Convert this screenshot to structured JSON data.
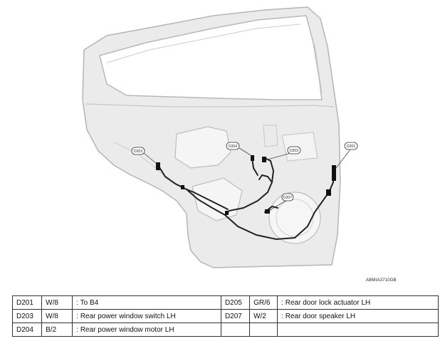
{
  "figure_id": "ABMIA3710GB",
  "callouts": [
    {
      "id": "c1",
      "label": "D203"
    },
    {
      "id": "c2",
      "label": "D204"
    },
    {
      "id": "c3",
      "label": "D203"
    },
    {
      "id": "c4",
      "label": "D201"
    },
    {
      "id": "c5",
      "label": "D207"
    }
  ],
  "table": {
    "rows": [
      [
        {
          "connector": "D201",
          "color": "W/8",
          "desc": ": To B4"
        },
        {
          "connector": "D205",
          "color": "GR/6",
          "desc": ": Rear door lock actuator LH"
        }
      ],
      [
        {
          "connector": "D203",
          "color": "W/8",
          "desc": ": Rear power window switch LH"
        },
        {
          "connector": "D207",
          "color": "W/2",
          "desc": ": Rear door speaker LH"
        }
      ],
      [
        {
          "connector": "D204",
          "color": "B/2",
          "desc": ": Rear power window motor LH"
        },
        {
          "connector": "",
          "color": "",
          "desc": ""
        }
      ]
    ]
  }
}
